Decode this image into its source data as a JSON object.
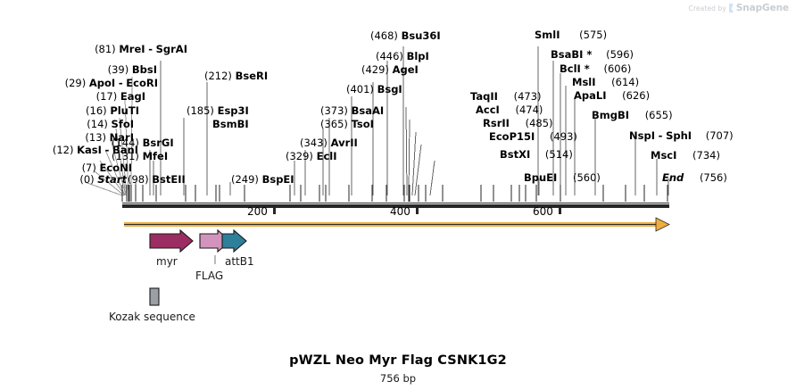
{
  "watermark": {
    "created_by": "Created by",
    "brand": "SnapGene",
    "icon": "snapgene-flag-icon"
  },
  "title": {
    "name": "pWZL Neo Myr Flag CSNK1G2",
    "size": "756 bp"
  },
  "ruler": {
    "ticks": [
      "200",
      "400",
      "600"
    ],
    "tick_positions": [
      200,
      400,
      600
    ],
    "sequence_length": 756,
    "start_label": "Start",
    "end_label": "End"
  },
  "sites": [
    {
      "pos": "(0)",
      "name": "Start",
      "italic": true,
      "bp": 0
    },
    {
      "pos": "(7)",
      "name": "EcoNI",
      "bp": 7
    },
    {
      "pos": "(12)",
      "name": "KasI",
      "name2": "BanI",
      "bp": 12
    },
    {
      "pos": "(13)",
      "name": "NarI",
      "bp": 13
    },
    {
      "pos": "(14)",
      "name": "SfoI",
      "bp": 14
    },
    {
      "pos": "(16)",
      "name": "PluTI",
      "bp": 16
    },
    {
      "pos": "(17)",
      "name": "EagI",
      "bp": 17
    },
    {
      "pos": "(29)",
      "name": "ApoI",
      "name2": "EcoRI",
      "bp": 29
    },
    {
      "pos": "(39)",
      "name": "BbsI",
      "bp": 39
    },
    {
      "pos": "(81)",
      "name": "MreI",
      "name2": "SgrAI",
      "bp": 81
    },
    {
      "pos": "(98)",
      "name": "BstEII",
      "bp": 98
    },
    {
      "pos": "(131)",
      "name": "MfeI",
      "bp": 131
    },
    {
      "pos": "(144)",
      "name": "BsrGI",
      "bp": 144
    },
    {
      "pos": "(185)",
      "name": "Esp3I",
      "name2b": "BsmBI",
      "bp": 185
    },
    {
      "pos": "(212)",
      "name": "BseRI",
      "bp": 212
    },
    {
      "pos": "(249)",
      "name": "BspEI",
      "bp": 249
    },
    {
      "pos": "(329)",
      "name": "EclI",
      "bp": 329
    },
    {
      "pos": "(343)",
      "name": "AvrII",
      "bp": 343
    },
    {
      "pos": "(365)",
      "name": "TsoI",
      "bp": 365
    },
    {
      "pos": "(373)",
      "name": "BsaAI",
      "bp": 373
    },
    {
      "pos": "(401)",
      "name": "BsgI",
      "bp": 401
    },
    {
      "pos": "(429)",
      "name": "AgeI",
      "bp": 429
    },
    {
      "pos": "(446)",
      "name": "BlpI",
      "bp": 446
    },
    {
      "pos": "(468)",
      "name": "Bsu36I",
      "bp": 468
    },
    {
      "pos": "(473)",
      "name": "TaqII",
      "bp": 473
    },
    {
      "pos": "(474)",
      "name": "AccI",
      "bp": 474
    },
    {
      "pos": "(485)",
      "name": "RsrII",
      "bp": 485
    },
    {
      "pos": "(493)",
      "name": "EcoP15I",
      "bp": 493
    },
    {
      "pos": "(514)",
      "name": "BstXI",
      "bp": 514
    },
    {
      "pos": "(560)",
      "name": "BpuEI",
      "bp": 560
    },
    {
      "pos": "(575)",
      "name": "SmlI",
      "bp": 575
    },
    {
      "pos": "(596)",
      "name": "BsaBI *",
      "bp": 596
    },
    {
      "pos": "(606)",
      "name": "BclI *",
      "bp": 606
    },
    {
      "pos": "(614)",
      "name": "MslI",
      "bp": 614
    },
    {
      "pos": "(626)",
      "name": "ApaLI",
      "bp": 626
    },
    {
      "pos": "(655)",
      "name": "BmgBI",
      "bp": 655
    },
    {
      "pos": "(707)",
      "name": "NspI",
      "name2": "SphI",
      "bp": 707
    },
    {
      "pos": "(734)",
      "name": "MscI",
      "bp": 734
    },
    {
      "pos": "(756)",
      "name": "End",
      "italic": true,
      "bp": 756
    }
  ],
  "features": [
    {
      "label": "myr",
      "color": "#9c2d62",
      "shape": "arrow-right"
    },
    {
      "label": "FLAG",
      "color": "#d294bc",
      "shape": "arrow-right"
    },
    {
      "label": "attB1",
      "color": "#2e7f99",
      "shape": "arrow-right"
    },
    {
      "label": "Kozak sequence",
      "color": "#9aa0a6",
      "shape": "box"
    }
  ],
  "colors": {
    "backbone": "#f0ad3c",
    "ruler": "#262626",
    "text": "#000000"
  }
}
